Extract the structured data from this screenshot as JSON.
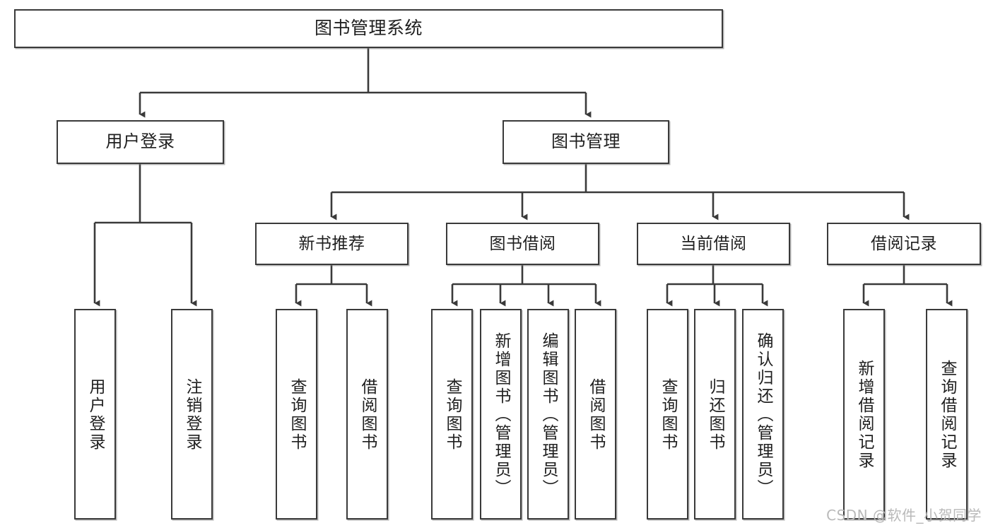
{
  "diagram": {
    "title": "图书管理系统",
    "watermark": "CSDN @软件_小贺同学",
    "colors": {
      "border": "#3a3a3a",
      "background": "#ffffff",
      "text": "#1f1f1f",
      "connector": "#3a3a3a",
      "watermark": "#b9b9b9"
    },
    "root": {
      "label": "图书管理系统"
    },
    "level2": [
      {
        "label": "用户登录"
      },
      {
        "label": "图书管理"
      }
    ],
    "level3": [
      {
        "label": "新书推荐"
      },
      {
        "label": "图书借阅"
      },
      {
        "label": "当前借阅"
      },
      {
        "label": "借阅记录"
      }
    ],
    "leaves": {
      "user_login": [
        {
          "label": "用户登录"
        },
        {
          "label": "注销登录"
        }
      ],
      "new_book_recommend": [
        {
          "label": "查询图书"
        },
        {
          "label": "借阅图书"
        }
      ],
      "book_borrow": [
        {
          "label": "查询图书"
        },
        {
          "label": "新增图书（管理员）"
        },
        {
          "label": "编辑图书（管理员）"
        },
        {
          "label": "借阅图书"
        }
      ],
      "current_borrow": [
        {
          "label": "查询图书"
        },
        {
          "label": "归还图书"
        },
        {
          "label": "确认归还（管理员）"
        }
      ],
      "borrow_record": [
        {
          "label": "新增借阅记录"
        },
        {
          "label": "查询借阅记录"
        }
      ]
    }
  }
}
